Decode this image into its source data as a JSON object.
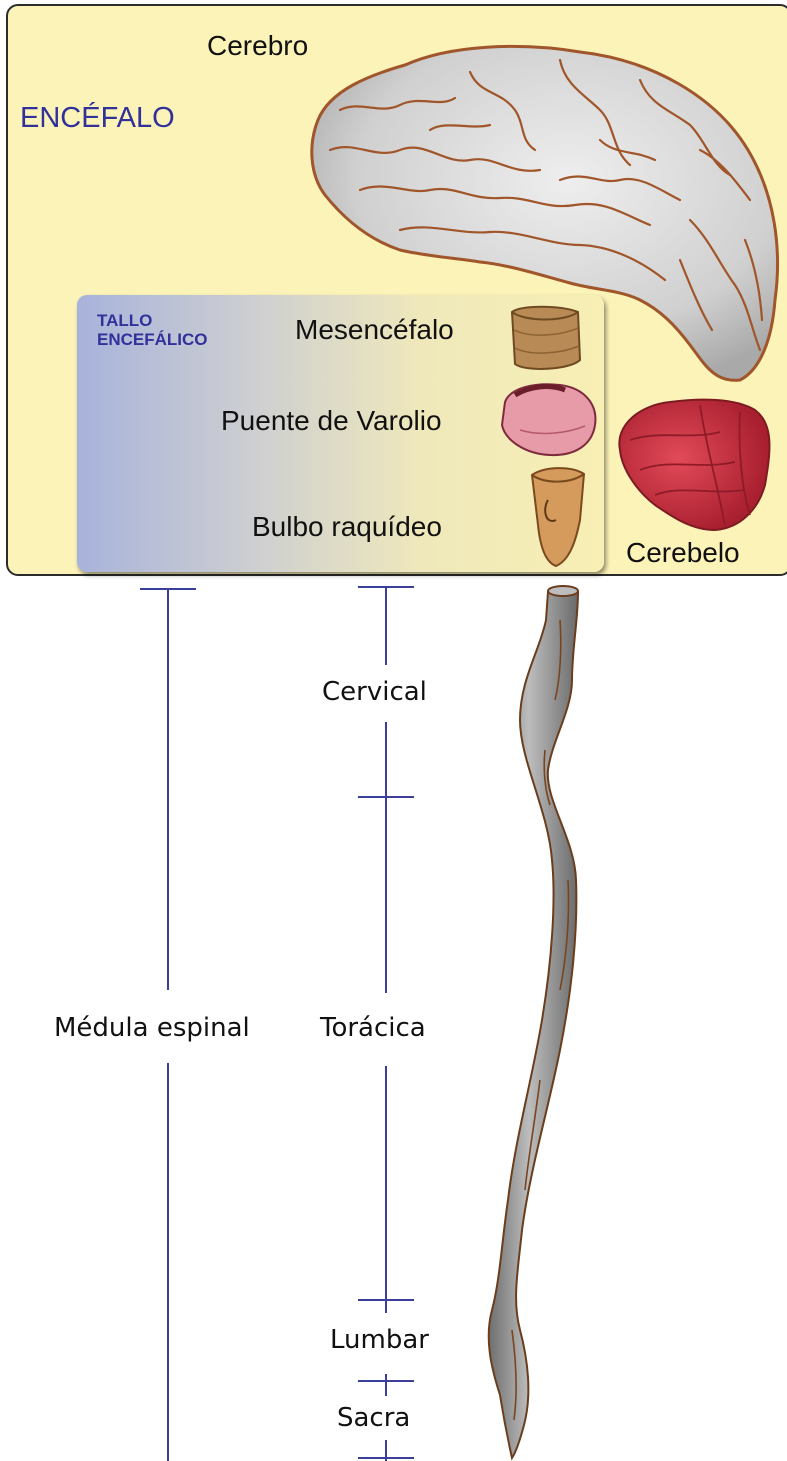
{
  "encefalo": {
    "title": "ENCÉFALO",
    "cerebro_label": "Cerebro",
    "cerebelo_label": "Cerebelo"
  },
  "tallo": {
    "title_line1": "TALLO",
    "title_line2": "ENCEFÁLICO",
    "mesencefalo_label": "Mesencéfalo",
    "puente_label": "Puente de Varolio",
    "bulbo_label": "Bulbo raquídeo"
  },
  "medula": {
    "label": "Médula espinal",
    "segments": {
      "cervical": "Cervical",
      "toracica": "Torácica",
      "lumbar": "Lumbar",
      "sacra": "Sacra"
    }
  },
  "colors": {
    "box_fill": "#fbf3b8",
    "line_color": "#3a3f9a",
    "brain_fill": "#d4d4d4",
    "brain_outline": "#a0562a",
    "cerebellum_fill": "#d83a4a",
    "pons_fill": "#e79aa8",
    "midbrain_fill": "#b88a55",
    "medulla_fill": "#d59b5c",
    "cord_fill": "#9a9a9a"
  }
}
